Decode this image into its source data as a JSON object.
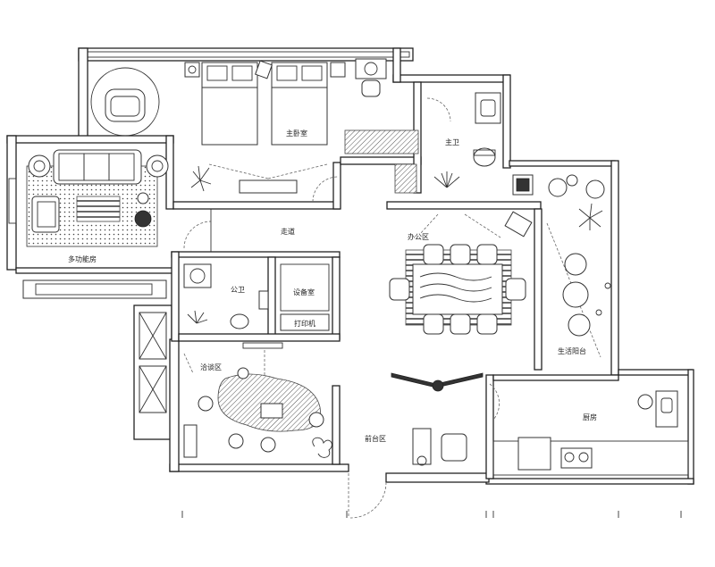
{
  "rooms": {
    "master_bedroom": "主卧室",
    "bathroom_main": "主卫",
    "multi_function_room": "多功能房",
    "corridor": "走道",
    "office_area": "办公区",
    "public_bathroom": "公卫",
    "equipment_room": "设备室",
    "printer": "打印机",
    "negotiation_area": "洽谈区",
    "living_balcony": "生活阳台",
    "kitchen": "厨房",
    "reception_area": "前台区"
  },
  "colors": {
    "wall": "#222222",
    "paper": "#ffffff",
    "fill_dark": "#333333"
  }
}
